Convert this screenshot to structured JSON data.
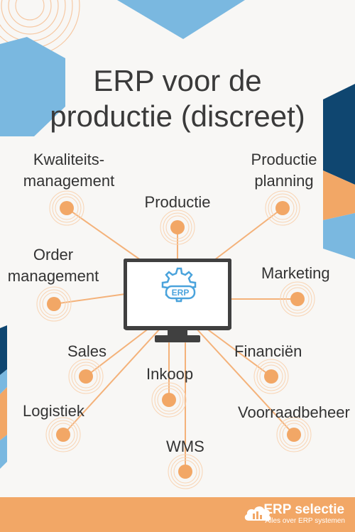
{
  "title": {
    "line1": "ERP voor de",
    "line2": "productie (discreet)"
  },
  "center": {
    "badge": "ERP"
  },
  "nodes": [
    {
      "label": "Kwaliteits-\nmanagement"
    },
    {
      "label": "Productie"
    },
    {
      "label": "Productie\nplanning"
    },
    {
      "label": "Order\nmanagement"
    },
    {
      "label": "Marketing"
    },
    {
      "label": "Sales"
    },
    {
      "label": "Inkoop"
    },
    {
      "label": "Financiën"
    },
    {
      "label": "Logistiek"
    },
    {
      "label": "Voorraadbeheer"
    },
    {
      "label": "WMS"
    }
  ],
  "footer": {
    "brand": "ERP selectie",
    "tagline": "Alles over ERP systemen"
  },
  "colors": {
    "orange": "#f2a766",
    "dark_blue": "#0f4670",
    "light_blue": "#7ab8e0",
    "line": "#f4b27a",
    "monitor": "#404040"
  }
}
